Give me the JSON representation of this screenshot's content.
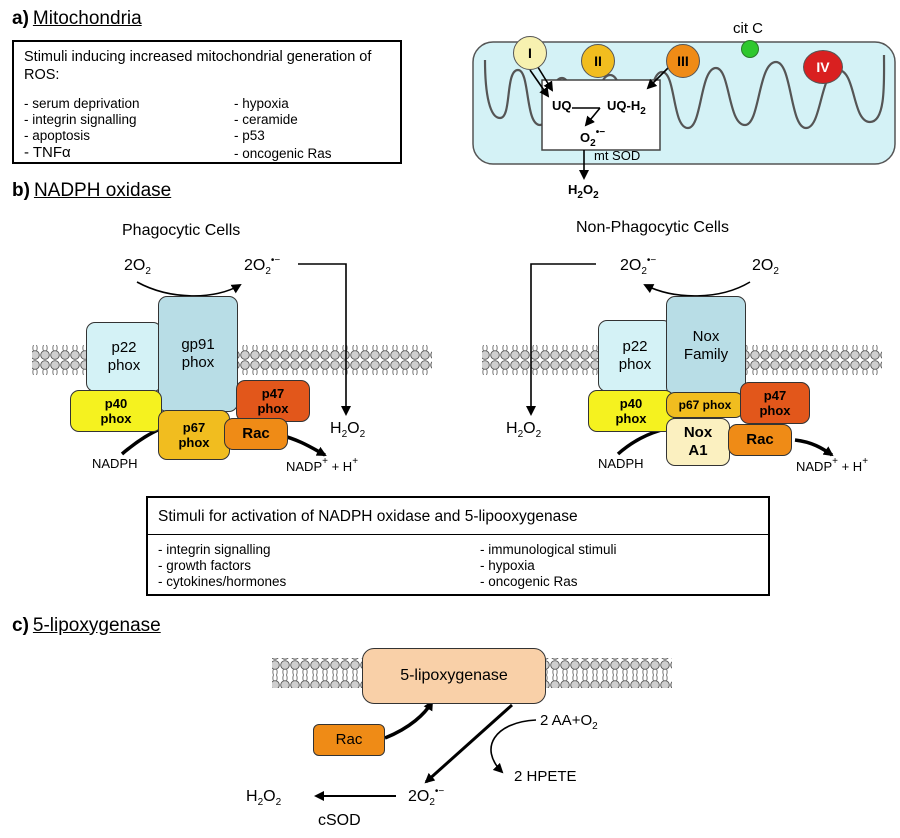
{
  "section_a": {
    "letter": "a)",
    "title": "Mitochondria",
    "box_title": "Stimuli inducing increased mitochondrial generation of ROS:",
    "left_items": [
      "- serum deprivation",
      "- integrin signalling",
      "- apoptosis",
      "- TNFα"
    ],
    "right_items": [
      "- hypoxia",
      "- ceramide",
      "- p53",
      "- oncogenic Ras"
    ],
    "complexes": [
      "I",
      "II",
      "III",
      "IV"
    ],
    "cytc": "cit C",
    "uq": "UQ",
    "uqh2": "UQ-H",
    "uqh2_sub": "2",
    "o2": "O",
    "o2_sub": "2",
    "o2_sup": "•−",
    "mtsod": "mt SOD",
    "h2o2": "H",
    "h2o2_sub": "2",
    "h2o2_tail": "O",
    "h2o2_sub2": "2"
  },
  "section_b": {
    "letter": "b)",
    "title": "NADPH oxidase",
    "phago": {
      "label": "Phagocytic Cells",
      "o2_in": "2O",
      "o2_in_sub": "2",
      "o2_out": "2O",
      "o2_out_sub": "2",
      "o2_out_sup": "•−",
      "p22": "p22\nphox",
      "gp91": "gp91\nphox",
      "p40": "p40\nphox",
      "p67": "p67\nphox",
      "p47": "p47\nphox",
      "rac": "Rac",
      "nadph": "NADPH",
      "nadp": "NADP",
      "nadp_sup": "+",
      "nadp_tail": " + H",
      "nadp_sup2": "+",
      "h2o2": "H",
      "h2o2_sub": "2",
      "h2o2_tail": "O",
      "h2o2_sub2": "2"
    },
    "nonphago": {
      "label": "Non-Phagocytic Cells",
      "o2_in": "2O",
      "o2_in_sub": "2",
      "o2_out": "2O",
      "o2_out_sub": "2",
      "o2_out_sup": "•−",
      "p22": "p22\nphox",
      "nox": "Nox\nFamily",
      "p40": "p40\nphox",
      "p67": "p67 phox",
      "p47": "p47\nphox",
      "noxa1": "Nox\nA1",
      "rac": "Rac",
      "nadph": "NADPH",
      "nadp": "NADP",
      "nadp_sup": "+",
      "nadp_tail": " + H",
      "nadp_sup2": "+",
      "h2o2": "H",
      "h2o2_sub": "2",
      "h2o2_tail": "O",
      "h2o2_sub2": "2"
    },
    "stimuli": {
      "title": "Stimuli for activation of NADPH oxidase and 5-lipooxygenase",
      "left_items": [
        "- integrin signalling",
        "- growth factors",
        "- cytokines/hormones"
      ],
      "right_items": [
        "- immunological stimuli",
        "- hypoxia",
        "- oncogenic Ras"
      ]
    }
  },
  "section_c": {
    "letter": "c)",
    "title": "5-lipoxygenase",
    "enzyme": "5-lipoxygenase",
    "rac": "Rac",
    "aa": "2 AA+O",
    "aa_sub": "2",
    "hpete": "2 HPETE",
    "o2": "2O",
    "o2_sub": "2",
    "o2_sup": "•−",
    "h2o2": "H",
    "h2o2_sub": "2",
    "h2o2_tail": "O",
    "h2o2_sub2": "2",
    "csod": "cSOD"
  },
  "colors": {
    "light_cyan": "#d4f2f6",
    "light_blue": "#b8dde6",
    "yellow": "#f5f21f",
    "gold": "#f1bd1f",
    "orange": "#ef8b16",
    "dark_orange": "#e2571b",
    "peach": "#f9d0a8",
    "cream": "#fbf0c0",
    "green": "#2ec82e",
    "red": "#d92020"
  }
}
